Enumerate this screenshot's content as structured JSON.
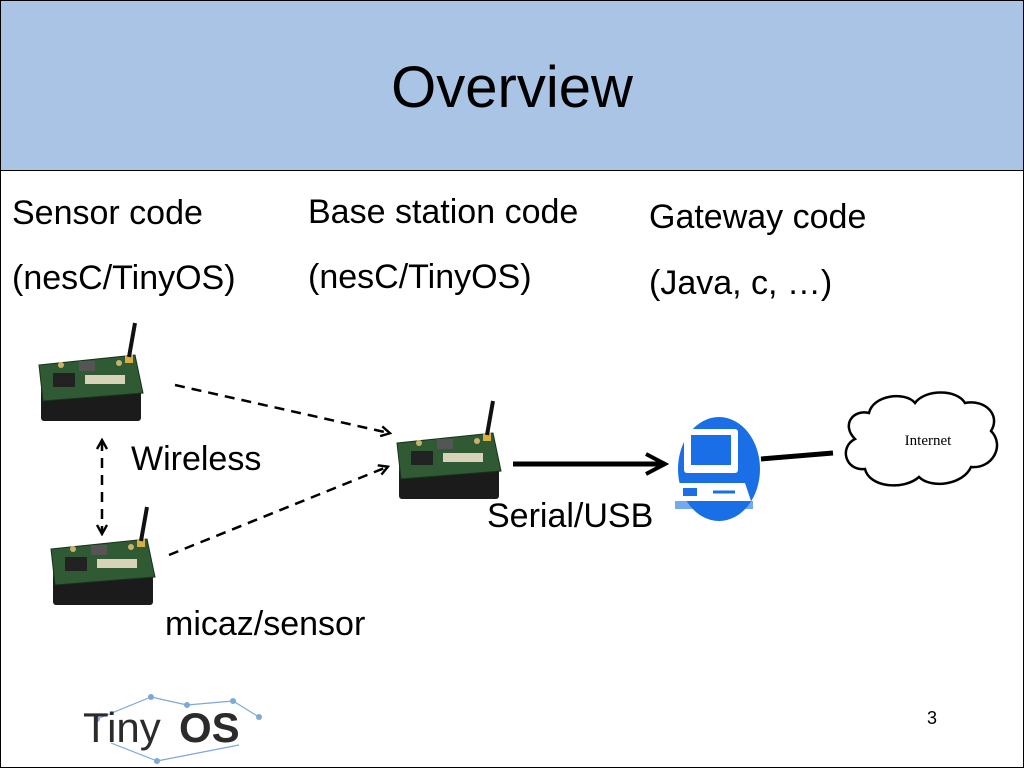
{
  "slide": {
    "title": "Overview",
    "columns": [
      {
        "heading": "Sensor code",
        "sub": "(nesC/TinyOS)"
      },
      {
        "heading": "Base station code",
        "sub": "(nesC/TinyOS)"
      },
      {
        "heading": "Gateway code",
        "sub": "(Java, c, …)"
      }
    ],
    "labels": {
      "wireless": "Wireless",
      "serial_usb": "Serial/USB",
      "mote": "micaz/sensor",
      "internet": "Internet"
    },
    "logo": {
      "text_tiny": "Tiny",
      "text_os": "OS"
    },
    "page_number": "3"
  },
  "colors": {
    "header_bg": "#a9c4e4",
    "computer_blue": "#1a6ee6",
    "board_green": "#2f5a34"
  },
  "icons": [
    "mote-board-icon",
    "computer-icon",
    "internet-cloud-icon",
    "tinyos-logo"
  ]
}
